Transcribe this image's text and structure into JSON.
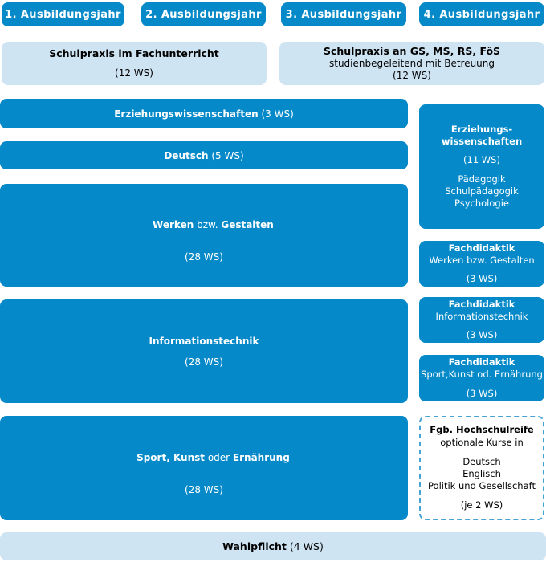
{
  "palette": {
    "blue": "#0589c8",
    "light_blue": "#cfe4f3",
    "dashed_border": "#47a3d6",
    "text_on_blue": "#ffffff",
    "text_dark": "#000000"
  },
  "years": [
    "1. Ausbildungsjahr",
    "2. Ausbildungsjahr",
    "3. Ausbildungsjahr",
    "4. Ausbildungsjahr"
  ],
  "praxis_left": {
    "title": "Schulpraxis im Fachunterricht",
    "ws": "(12 WS)"
  },
  "praxis_right": {
    "title": "Schulpraxis an GS, MS, RS, FöS",
    "subtitle": "studienbegeleitend mit Betreuung",
    "ws": "(12 WS)"
  },
  "subjects": {
    "erziehung_bar": {
      "bold": "Erziehungswissenschaften",
      "rest": " (3 WS)"
    },
    "deutsch_bar": {
      "bold": "Deutsch",
      "rest": " (5 WS)"
    },
    "werken": {
      "parts": [
        "Werken",
        " bzw. ",
        "Gestalten"
      ],
      "ws": "(28 WS)"
    },
    "informationstechnik": {
      "title": "Informationstechnik",
      "ws": "(28 WS)"
    },
    "sport": {
      "parts": [
        "Sport, Kunst",
        " oder ",
        "Ernährung"
      ],
      "ws": "(28 WS)"
    }
  },
  "right_column": {
    "erziehungswissenschaften": {
      "title_line1": "Erziehungs-",
      "title_line2": "wissenschaften",
      "ws": "(11 WS)",
      "items": [
        "Pädagogik",
        "Schulpädagogik",
        "Psychologie"
      ]
    },
    "fachdidaktik_werken": {
      "title": "Fachdidaktik",
      "subtitle": "Werken bzw. Gestalten",
      "ws": "(3 WS)"
    },
    "fachdidaktik_informationstechnik": {
      "title": "Fachdidaktik",
      "subtitle": "Informationstechnik",
      "ws": "(3 WS)"
    },
    "fachdidaktik_sport": {
      "title": "Fachdidaktik",
      "subtitle": "Sport,Kunst od. Ernährung",
      "ws": "(3 WS)"
    },
    "hochschulreife": {
      "title": "Fgb. Hochschulreife",
      "subtitle": "optionale Kurse in",
      "courses": [
        "Deutsch",
        "Englisch",
        "Politik und Gesellschaft"
      ],
      "ws": "(je 2 WS)"
    }
  },
  "wahlpflicht": {
    "bold": "Wahlpflicht",
    "rest": " (4 WS)"
  }
}
